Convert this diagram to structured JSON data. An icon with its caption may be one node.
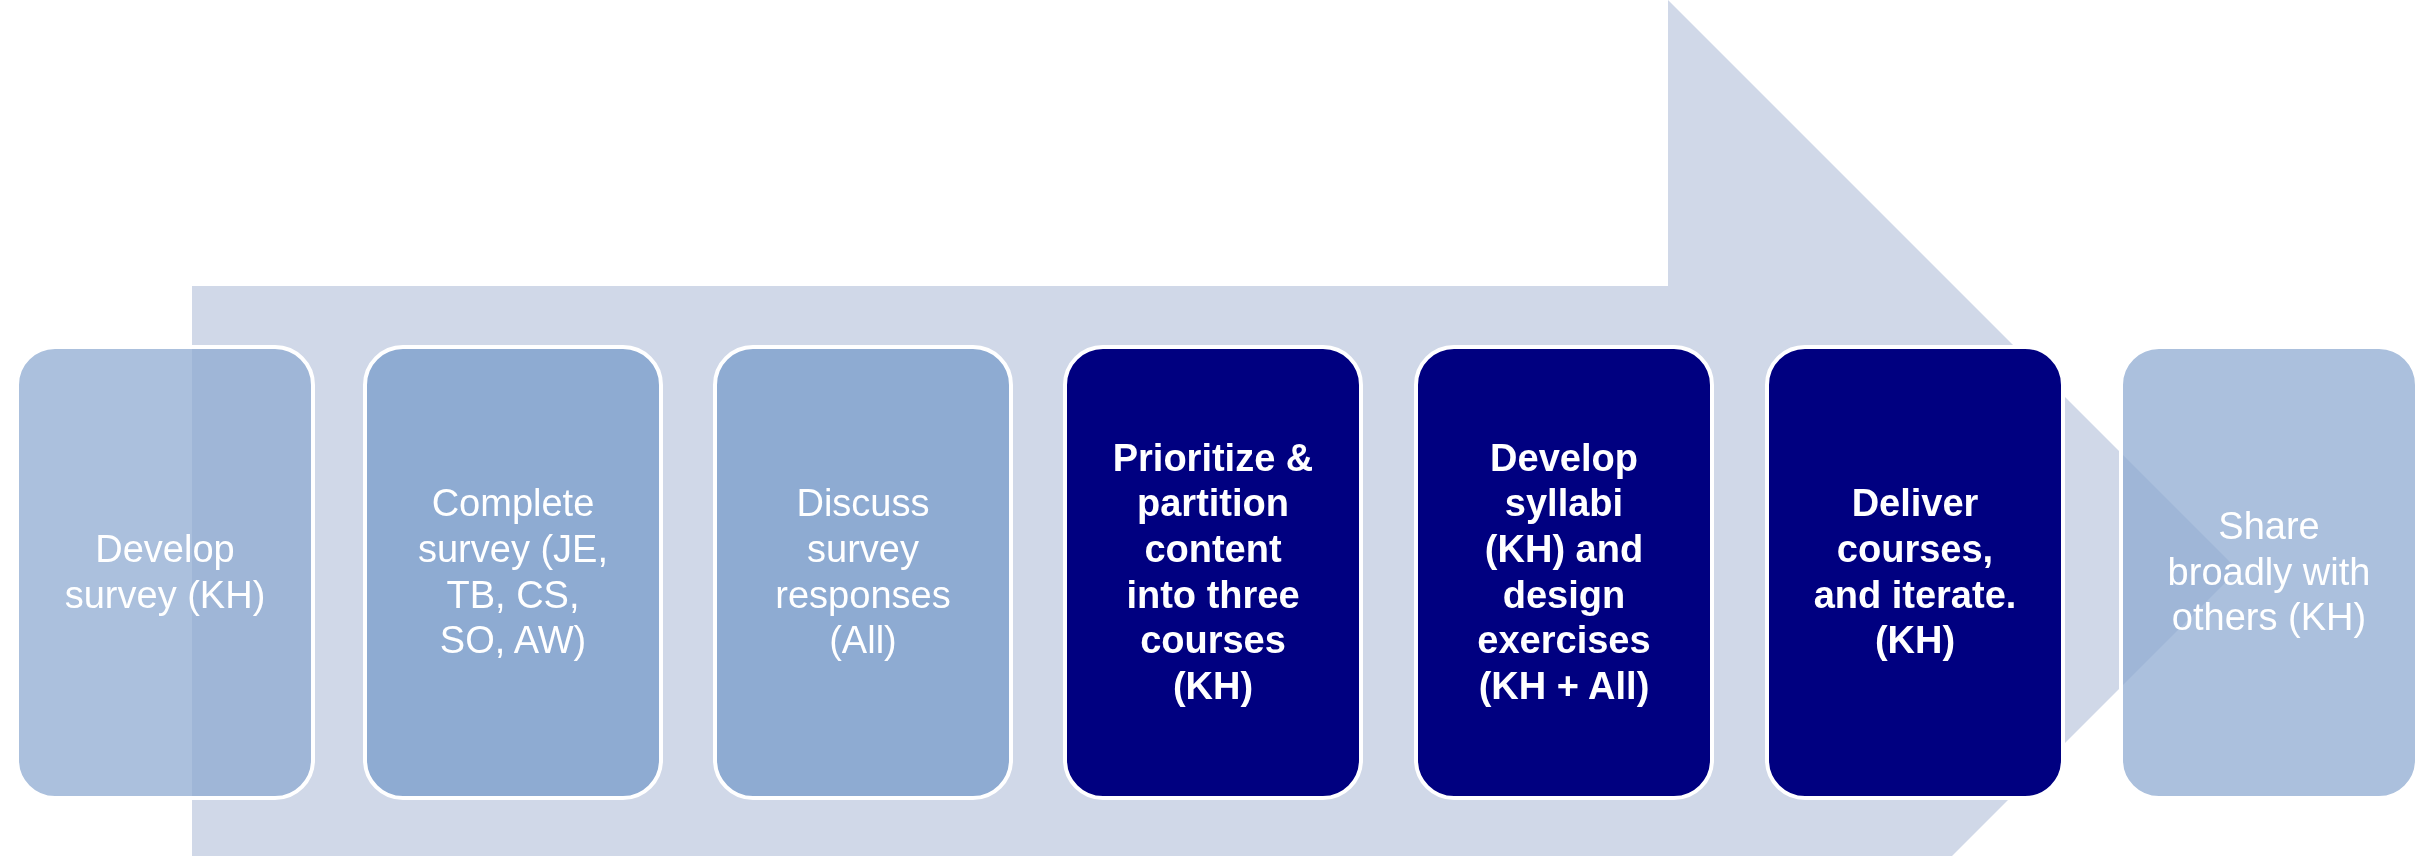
{
  "diagram": {
    "nodes": [
      {
        "text": [
          "Develop survey (KH)"
        ]
      },
      {
        "text": [
          "Complete survey (JE, TB, CS, SO, AW)"
        ]
      },
      {
        "text": [
          "Discuss survey responses (All)"
        ]
      },
      {
        "text": [
          "Prioritize & partition content into three courses (KH)"
        ]
      },
      {
        "text": [
          "Develop syllabi (KH) and design exercises (KH + All)"
        ]
      },
      {
        "text": [
          "Deliver courses, and iterate. (KH)"
        ]
      },
      {
        "text": [
          "Share broadly with others (KH)"
        ]
      }
    ],
    "edges": [
      {
        "from": 0,
        "to": 6,
        "arrow": "to"
      }
    ]
  }
}
